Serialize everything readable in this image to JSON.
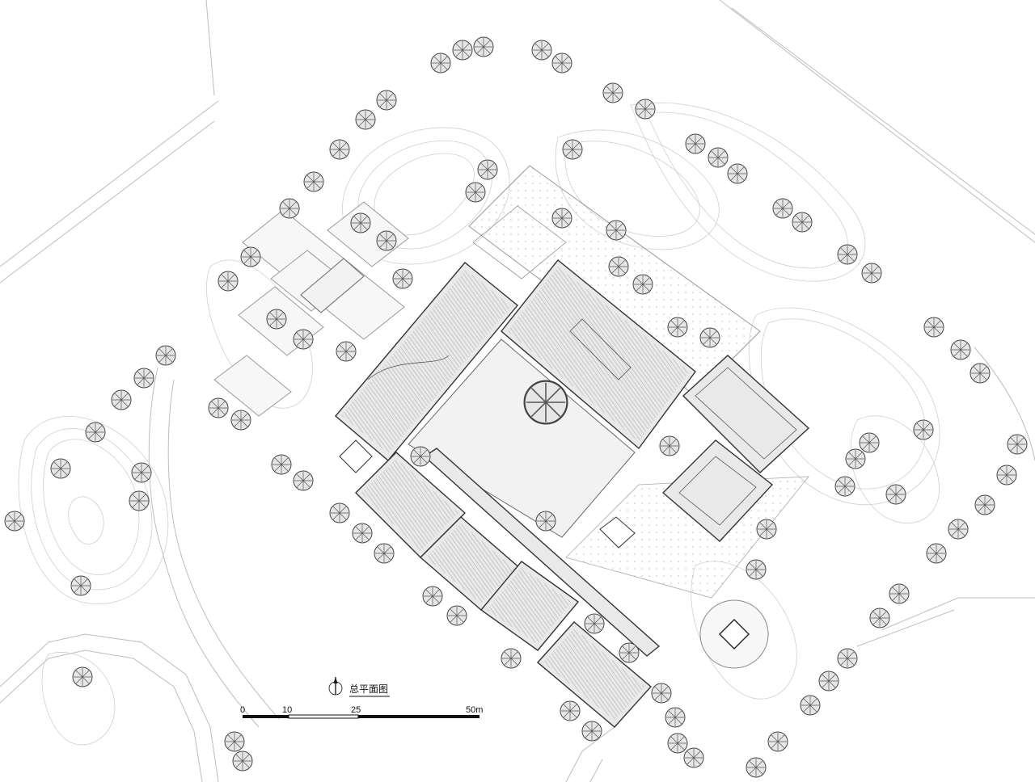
{
  "title": "总平面图",
  "scale_bar": {
    "unit": "m",
    "ticks": [
      "0",
      "10",
      "25",
      "50m"
    ]
  },
  "north_arrow_icon": "north-arrow-icon"
}
